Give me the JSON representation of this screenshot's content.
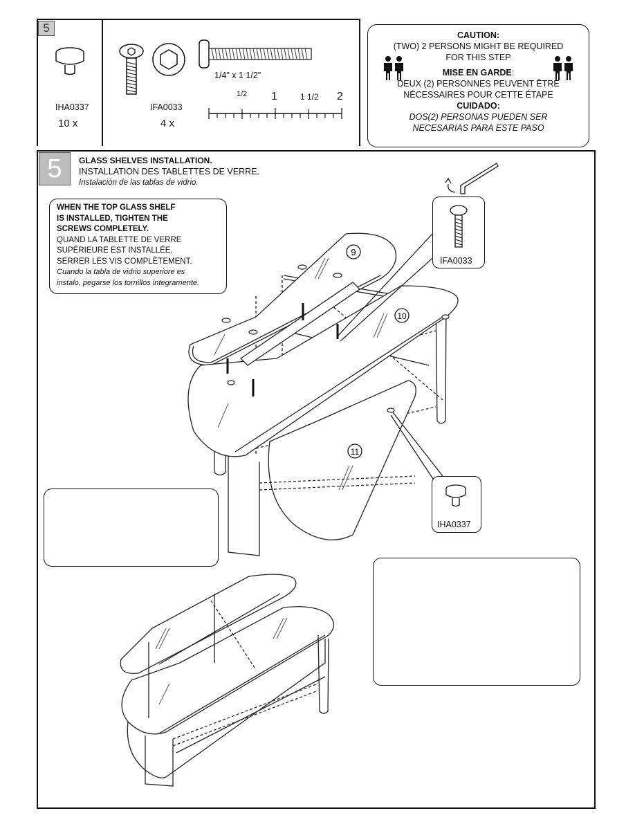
{
  "parts": {
    "step_number": "5",
    "items": [
      {
        "code": "IHA0337",
        "qty": "10 x"
      },
      {
        "code": "IFA0033",
        "qty": "4 x"
      }
    ],
    "bolt_size": "1/4\" x 1 1/2\"",
    "ruler_labels": [
      "1/2",
      "1",
      "1 1/2",
      "2"
    ]
  },
  "caution": {
    "en_title": "CAUTION:",
    "en_line1": "(TWO) 2 PERSONS MIGHT BE REQUIRED",
    "en_line2": "FOR THIS STEP",
    "fr_title": "MISE EN GARDE",
    "fr_colon": ":",
    "fr_line1": "DEUX (2) PERSONNES PEUVENT ÊTRE",
    "fr_line2": "NÉCESSAIRES POUR CETTE ÉTAPE",
    "es_title": "CUIDADO:",
    "es_line1": "DOS(2) PERSONAS PUEDEN SER",
    "es_line2": "NECESARIAS PARA ESTE PASO"
  },
  "step": {
    "number": "5",
    "title_en": "GLASS SHELVES INSTALLATION.",
    "title_fr": "INSTALLATION DES TABLETTES DE VERRE.",
    "title_es": "Instalación de las tablas de vidrio."
  },
  "note": {
    "en_1": "WHEN THE TOP GLASS SHELF",
    "en_2": "IS INSTALLED, TIGHTEN THE",
    "en_3": "SCREWS COMPLETELY.",
    "fr_1": "QUAND LA TABLETTE DE VERRE",
    "fr_2": "SUPÉRIEURE EST INSTALLÉE,",
    "fr_3": "SERRER LES VIS COMPLÈTEMENT.",
    "es_1": "Cuando la tabla de vidrio superiore es",
    "es_2": "instalo, pegarse los tornillos integramente."
  },
  "diagram": {
    "label_9": "9",
    "label_10": "10",
    "label_11": "11",
    "callout_screw": "IFA0033",
    "callout_knob": "IHA0337"
  }
}
